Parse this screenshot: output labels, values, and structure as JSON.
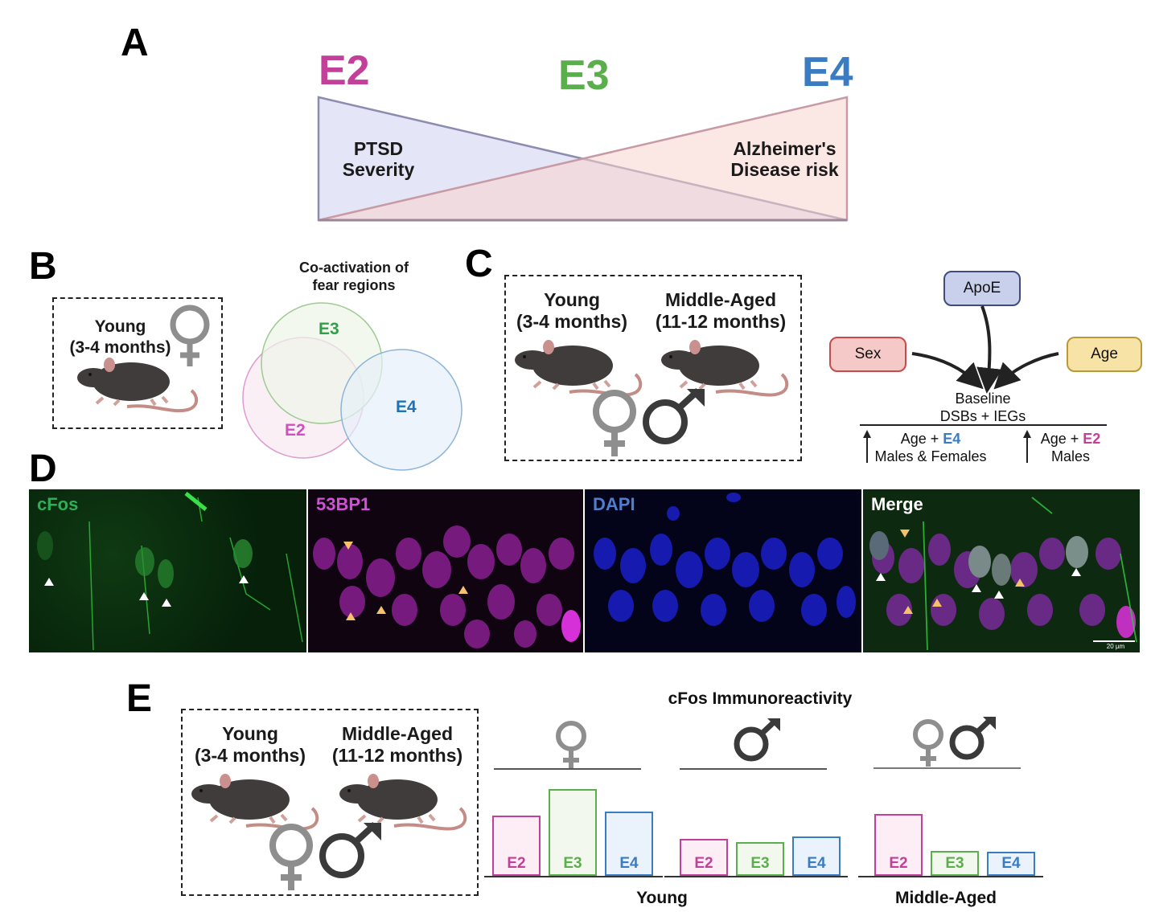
{
  "colors": {
    "E2": "#c2409a",
    "E3": "#5aae4b",
    "E4": "#3a7cc1",
    "female_symbol": "#8e8e8e",
    "male_symbol": "#3a3a3a",
    "sex_chip_fill": "#f6c9c9",
    "sex_chip_border": "#c94a4a",
    "apoe_chip_fill": "#c9d0ec",
    "apoe_chip_border": "#404a7e",
    "age_chip_fill": "#f7e3a6",
    "age_chip_border": "#b89a3a"
  },
  "panel_a": {
    "letter": "A",
    "alleles": [
      "E2",
      "E3",
      "E4"
    ],
    "left_triangle_label": [
      "PTSD",
      "Severity"
    ],
    "right_triangle_label": [
      "Alzheimer's",
      "Disease risk"
    ]
  },
  "panel_b": {
    "letter": "B",
    "cohort_title": "Young",
    "cohort_age": "(3-4 months)",
    "sex_icon": "female-symbol",
    "venn_title": [
      "Co-activation of",
      "fear regions"
    ],
    "venn_sets": [
      "E3",
      "E2",
      "E4"
    ]
  },
  "panel_c": {
    "letter": "C",
    "cohorts": [
      {
        "title": "Young",
        "age": "(3-4 months)"
      },
      {
        "title": "Middle-Aged",
        "age": "(11-12 months)"
      }
    ],
    "factors": {
      "top": "ApoE",
      "left": "Sex",
      "right": "Age"
    },
    "outcome": [
      "Baseline",
      "DSBs + IEGs"
    ],
    "findings": [
      {
        "arrow": "up",
        "line1_prefix": "Age + ",
        "line1_allele": "E4",
        "line2": "Males & Females"
      },
      {
        "arrow": "up",
        "line1_prefix": "Age + ",
        "line1_allele": "E2",
        "line2": "Males"
      }
    ]
  },
  "panel_d": {
    "letter": "D",
    "channels": [
      {
        "label": "cFos",
        "color": "#2fae5a"
      },
      {
        "label": "53BP1",
        "color": "#d050d8"
      },
      {
        "label": "DAPI",
        "color": "#4e7ecc"
      },
      {
        "label": "Merge",
        "color": "#ffffff"
      }
    ],
    "scale_bar": "20 µm"
  },
  "panel_e": {
    "letter": "E",
    "cohorts": [
      {
        "title": "Young",
        "age": "(3-4 months)"
      },
      {
        "title": "Middle-Aged",
        "age": "(11-12 months)"
      }
    ]
  },
  "chart_data": {
    "type": "bar",
    "title": "cFos Immunoreactivity",
    "ylabel": "",
    "note": "Schematic relative bar heights (no numeric axis shown)",
    "categories": [
      "E2",
      "E3",
      "E4"
    ],
    "groups": [
      {
        "name": "Young female",
        "sex_icon": "female",
        "age_group": "Young",
        "values": [
          0.69,
          1.0,
          0.74
        ]
      },
      {
        "name": "Young male",
        "sex_icon": "male",
        "age_group": "Young",
        "values": [
          0.43,
          0.39,
          0.45
        ]
      },
      {
        "name": "Middle-Aged female+male",
        "sex_icon": "female+male",
        "age_group": "Middle-Aged",
        "values": [
          0.71,
          0.29,
          0.28
        ]
      }
    ],
    "x_group_labels": [
      "Young",
      "Middle-Aged"
    ]
  }
}
